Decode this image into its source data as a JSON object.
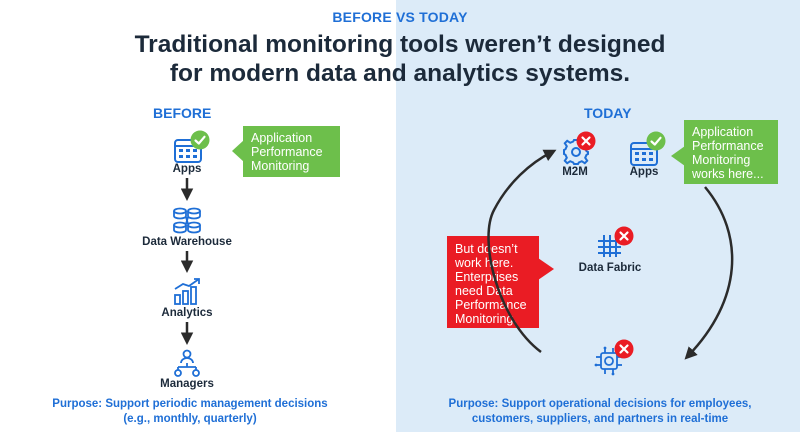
{
  "header": {
    "eyebrow": "BEFORE VS TODAY",
    "title_line1": "Traditional monitoring tools weren’t designed",
    "title_line2": "for modern data and analytics systems."
  },
  "before": {
    "heading": "BEFORE",
    "nodes": {
      "apps": "Apps",
      "warehouse": "Data Warehouse",
      "analytics": "Analytics",
      "managers": "Managers"
    },
    "callout": [
      "Application",
      "Performance",
      "Monitoring"
    ],
    "purpose_line1": "Purpose: Support periodic management decisions",
    "purpose_line2": "(e.g., monthly, quarterly)"
  },
  "today": {
    "heading": "TODAY",
    "nodes": {
      "m2m": "M2M",
      "apps": "Apps",
      "fabric": "Data Fabric"
    },
    "green_callout": [
      "Application",
      "Performance",
      "Monitoring",
      "works here..."
    ],
    "red_callout": [
      "But doesn’t",
      "work here.",
      "Enterprises",
      "need Data",
      "Performance",
      "Monitoring."
    ],
    "purpose_line1": "Purpose: Support operational decisions for employees,",
    "purpose_line2": "customers, suppliers, and partners in real-time"
  },
  "colors": {
    "accent": "#1f6fd6",
    "headline": "#1c2a3a",
    "right_panel": "#dcebf8",
    "success": "#6dbf4b",
    "error": "#ea1c24",
    "arrow": "#2b2b2b"
  },
  "icons": {
    "apps": "app-grid-icon",
    "warehouse": "database-network-icon",
    "analytics": "bar-chart-trend-icon",
    "managers": "org-chart-icon",
    "m2m": "gear-icon",
    "fabric": "grid-hash-icon",
    "ai": "ai-chip-icon",
    "ok": "check-circle-icon",
    "fail": "x-circle-icon"
  }
}
